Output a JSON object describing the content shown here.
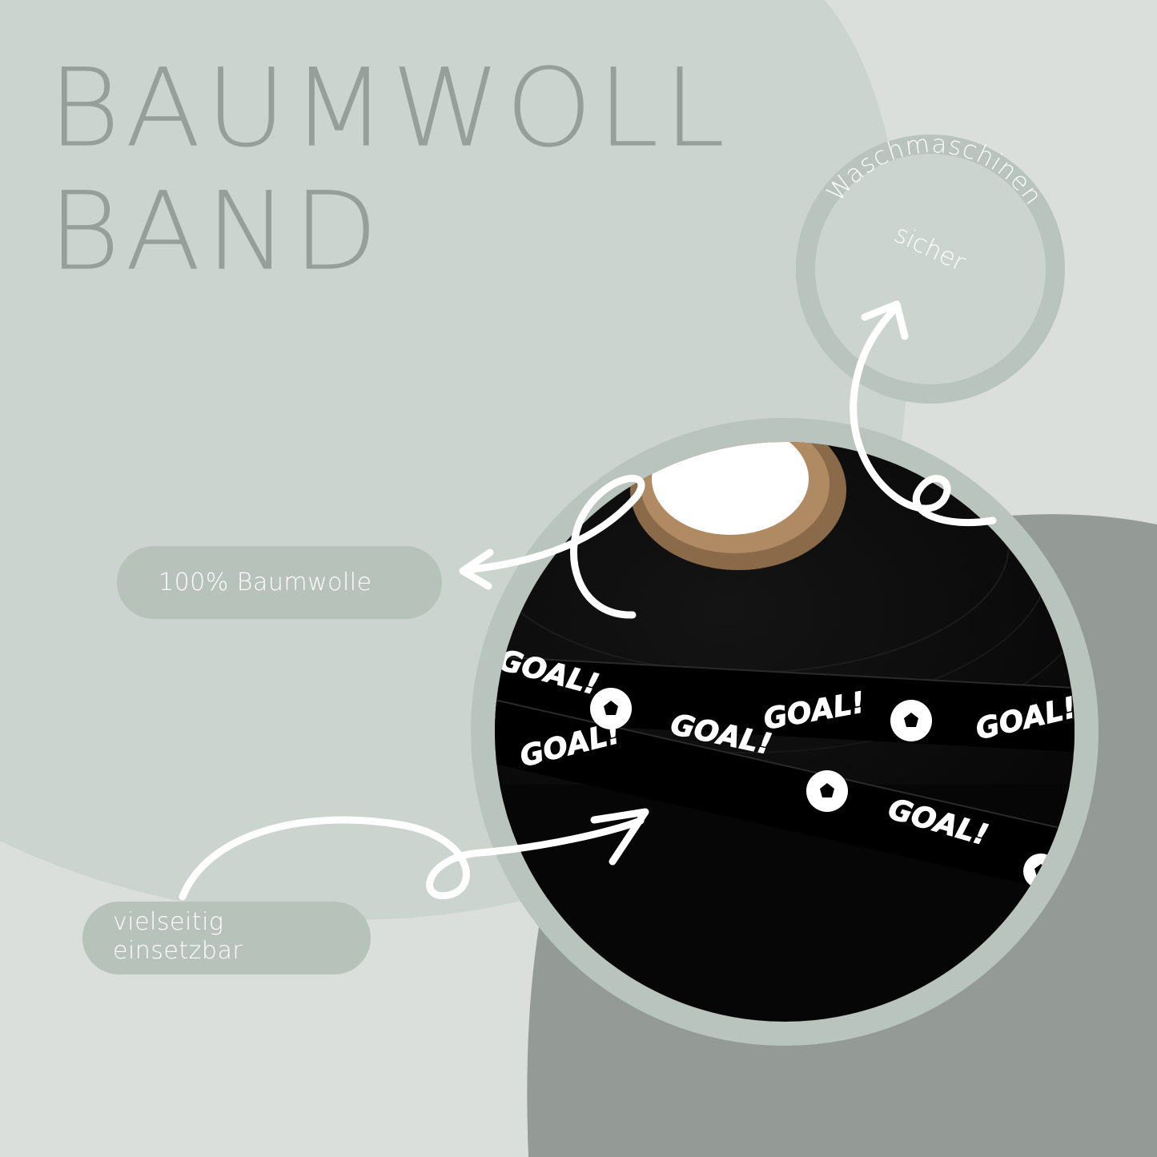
{
  "title": {
    "line1": "BAUMWOLL",
    "line2": "BAND"
  },
  "badge": {
    "line1": "Waschmaschinen",
    "line2": "sicher"
  },
  "labels": {
    "cotton": "100% Baumwolle",
    "versatile_line1": "vielseitig",
    "versatile_line2": "einsetzbar"
  },
  "tape_print": {
    "text": "GOAL!",
    "icon": "soccer-ball-icon"
  },
  "colors": {
    "background": "#dadfdb",
    "light_blob": "#cbd4ce",
    "ring": "#b8c4bd",
    "dark_blob": "#949a96",
    "title": "#979f9a",
    "pill": "#b7c2bb",
    "tape": "#0b0b0b"
  }
}
